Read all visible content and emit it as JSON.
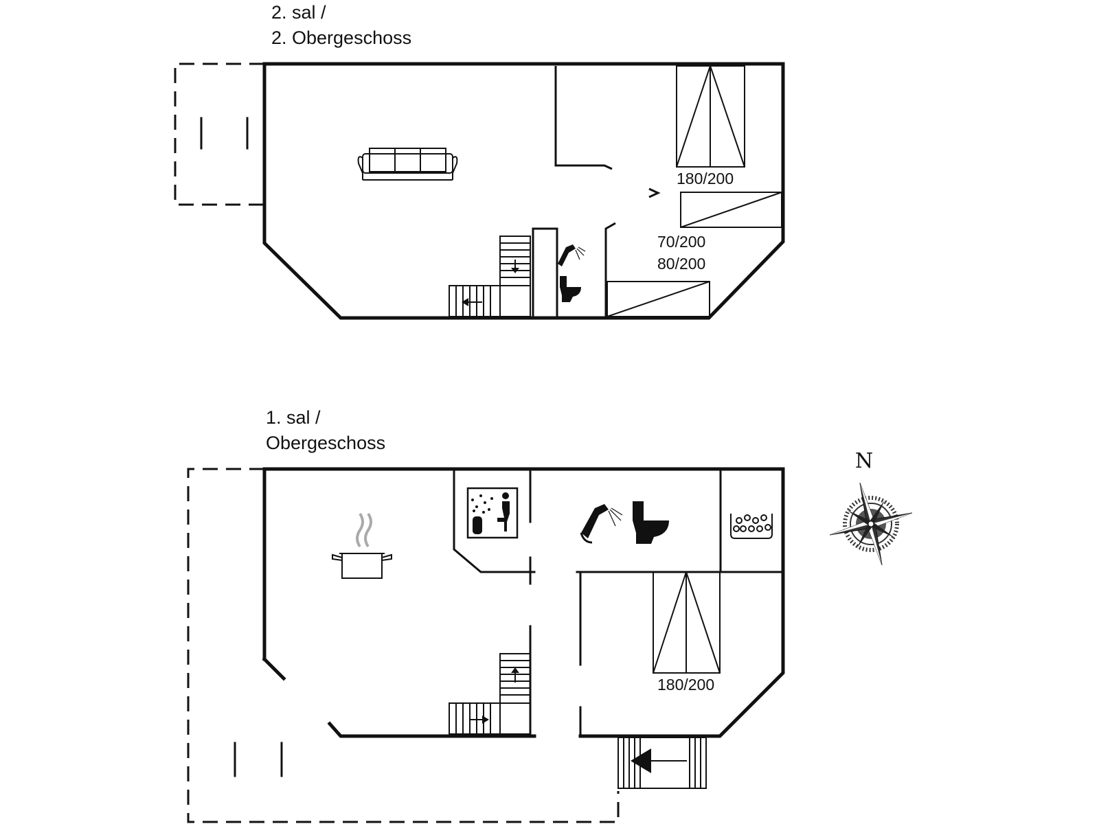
{
  "floors": [
    {
      "label_line1": "2. sal /",
      "label_line2": "2. Obergeschoss",
      "beds": [
        "180/200",
        "70/200",
        "80/200"
      ]
    },
    {
      "label_line1": "1. sal /",
      "label_line2": "Obergeschoss",
      "beds": [
        "180/200"
      ]
    }
  ],
  "compass": {
    "north": "N"
  },
  "icons": [
    "sofa-icon",
    "shower-icon",
    "toilet-icon",
    "stairs-down-icon",
    "cooking-pot-icon",
    "sauna-icon",
    "whirlpool-icon",
    "compass-rose-icon"
  ]
}
